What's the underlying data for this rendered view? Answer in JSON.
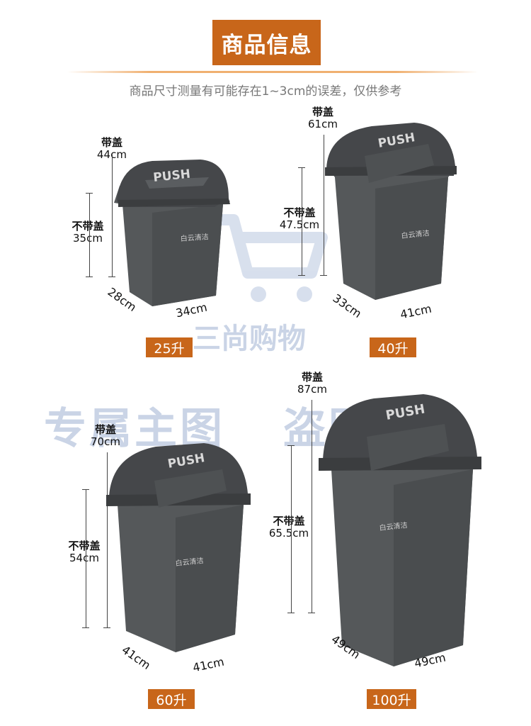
{
  "header": {
    "title": "商品信息",
    "subtitle": "商品尺寸测量有可能存在1~3cm的误差，仅供参考"
  },
  "watermark": {
    "brand": "三尚购物",
    "left": "专属主图",
    "right": "盗图必究"
  },
  "colors": {
    "accent": "#c8661a",
    "bin_body": "#55585a",
    "bin_lid": "#47494b"
  },
  "products": [
    {
      "capacity": "25升",
      "lid_label": "带盖",
      "lid_height": "44cm",
      "nolid_label": "不带盖",
      "nolid_height": "35cm",
      "depth": "28cm",
      "width": "34cm",
      "lid_text": "PUSH",
      "logo_text": "白云清洁"
    },
    {
      "capacity": "40升",
      "lid_label": "带盖",
      "lid_height": "61cm",
      "nolid_label": "不带盖",
      "nolid_height": "47.5cm",
      "depth": "33cm",
      "width": "41cm",
      "lid_text": "PUSH",
      "logo_text": "白云清洁"
    },
    {
      "capacity": "60升",
      "lid_label": "带盖",
      "lid_height": "70cm",
      "nolid_label": "不带盖",
      "nolid_height": "54cm",
      "depth": "41cm",
      "width": "41cm",
      "lid_text": "PUSH",
      "logo_text": "白云清洁"
    },
    {
      "capacity": "100升",
      "lid_label": "带盖",
      "lid_height": "87cm",
      "nolid_label": "不带盖",
      "nolid_height": "65.5cm",
      "depth": "49cm",
      "width": "49cm",
      "lid_text": "PUSH",
      "logo_text": "白云清洁"
    }
  ]
}
